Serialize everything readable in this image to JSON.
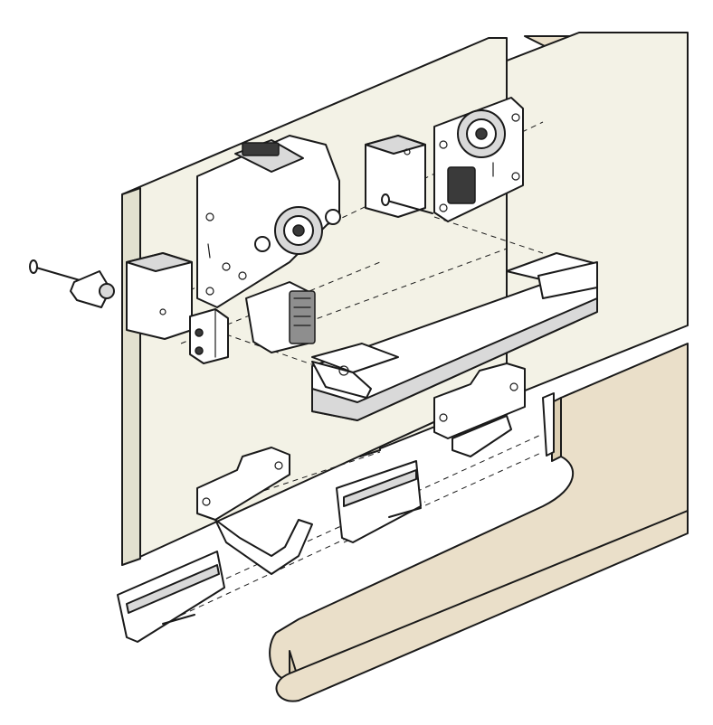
{
  "diagram": {
    "kind": "exploded-assembly-drawing",
    "colors": {
      "panel": "#f3f2e6",
      "panel_edge": "#e2e0cf",
      "wood": "#eadfc9",
      "wood_side": "#dccfb3",
      "metal": "#ffffff",
      "line": "#1a1a1a"
    },
    "parts": [
      "top-track-rail",
      "rear-door-panel",
      "front-door-panel",
      "upper-roller-carriage-left",
      "upper-roller-carriage-right",
      "mounting-bracket-left",
      "mounting-bracket-right",
      "screw-left",
      "screw-right",
      "wing-knob",
      "stop-block",
      "clip-housing",
      "damper-unit",
      "bottom-guide-plate-center",
      "bottom-guide-plate-left",
      "bottom-track-left",
      "bottom-track-center",
      "bottom-rail-board"
    ]
  }
}
